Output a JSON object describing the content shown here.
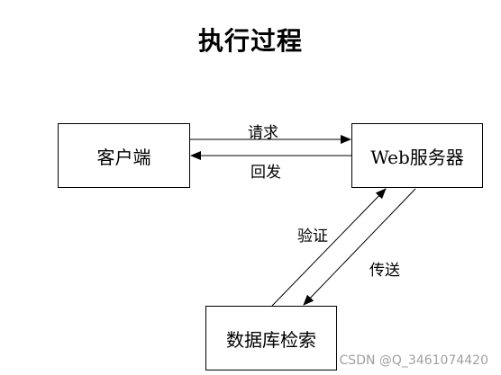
{
  "title": "执行过程",
  "nodes": {
    "client": "客户端",
    "server": "Web服务器",
    "database": "数据库检索"
  },
  "edges": {
    "request": "请求",
    "reply": "回发",
    "verify": "验证",
    "transfer": "传送"
  },
  "watermark": "CSDN @Q_3461074420"
}
